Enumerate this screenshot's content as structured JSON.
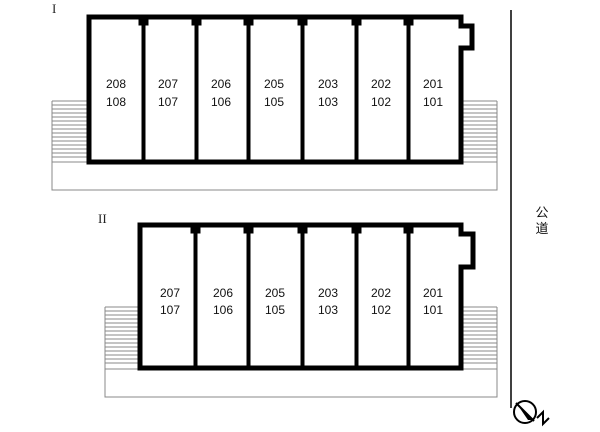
{
  "block_i": {
    "label": "I",
    "units": [
      {
        "upper": "208",
        "lower": "108"
      },
      {
        "upper": "207",
        "lower": "107"
      },
      {
        "upper": "206",
        "lower": "106"
      },
      {
        "upper": "205",
        "lower": "105"
      },
      {
        "upper": "203",
        "lower": "103"
      },
      {
        "upper": "202",
        "lower": "102"
      },
      {
        "upper": "201",
        "lower": "101"
      }
    ]
  },
  "block_ii": {
    "label": "II",
    "units": [
      {
        "upper": "207",
        "lower": "107"
      },
      {
        "upper": "206",
        "lower": "106"
      },
      {
        "upper": "205",
        "lower": "105"
      },
      {
        "upper": "203",
        "lower": "103"
      },
      {
        "upper": "202",
        "lower": "102"
      },
      {
        "upper": "201",
        "lower": "101"
      }
    ]
  },
  "road": {
    "label_char_1": "公",
    "label_char_2": "道"
  },
  "compass": {
    "icon": "north-arrow-icon"
  }
}
